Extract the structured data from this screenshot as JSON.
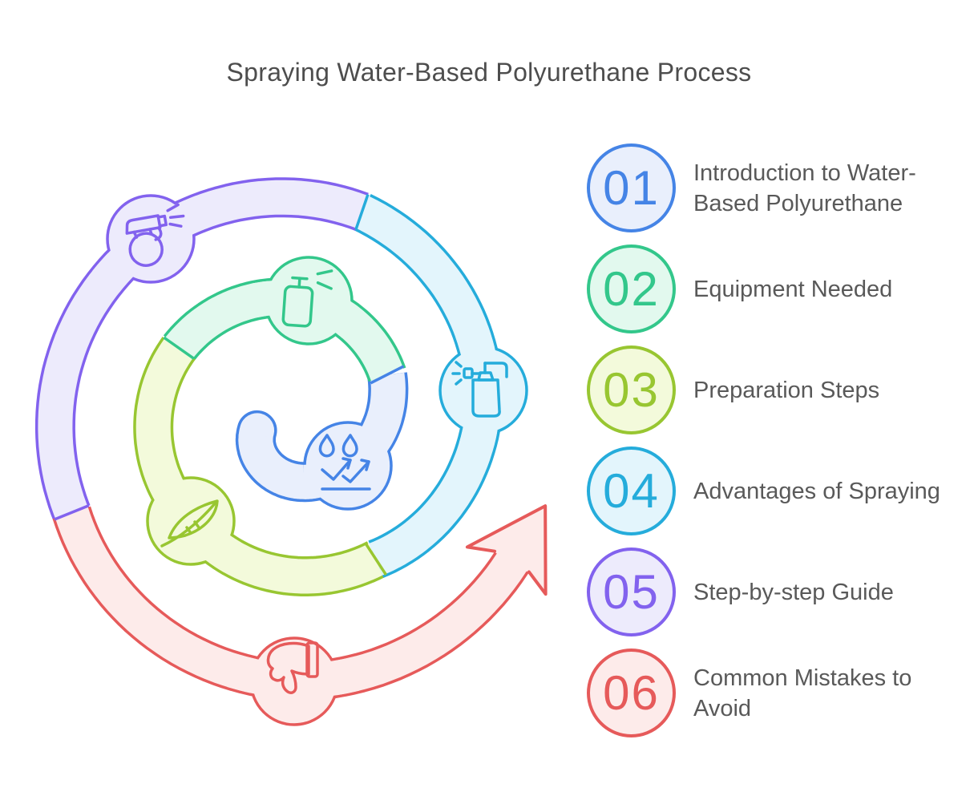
{
  "title": "Spraying Water-Based Polyurethane Process",
  "steps": [
    {
      "number": "01",
      "label": "Introduction to Water-Based Polyurethane",
      "accent": "#4584e6",
      "fill": "#e9effc",
      "icon": "water-droplets-icon"
    },
    {
      "number": "02",
      "label": "Equipment Needed",
      "accent": "#33c78b",
      "fill": "#e2f9ee",
      "icon": "spray-can-icon"
    },
    {
      "number": "03",
      "label": "Preparation Steps",
      "accent": "#98c631",
      "fill": "#f3fadb",
      "icon": "leaf-icon"
    },
    {
      "number": "04",
      "label": "Advantages of Spraying",
      "accent": "#25acdb",
      "fill": "#e3f5fc",
      "icon": "pump-sprayer-icon"
    },
    {
      "number": "05",
      "label": "Step-by-step Guide",
      "accent": "#8262ee",
      "fill": "#edebfc",
      "icon": "spray-bottle-icon"
    },
    {
      "number": "06",
      "label": "Common Mistakes to Avoid",
      "accent": "#e65a5a",
      "fill": "#fdebea",
      "icon": "thumbs-down-icon"
    }
  ]
}
